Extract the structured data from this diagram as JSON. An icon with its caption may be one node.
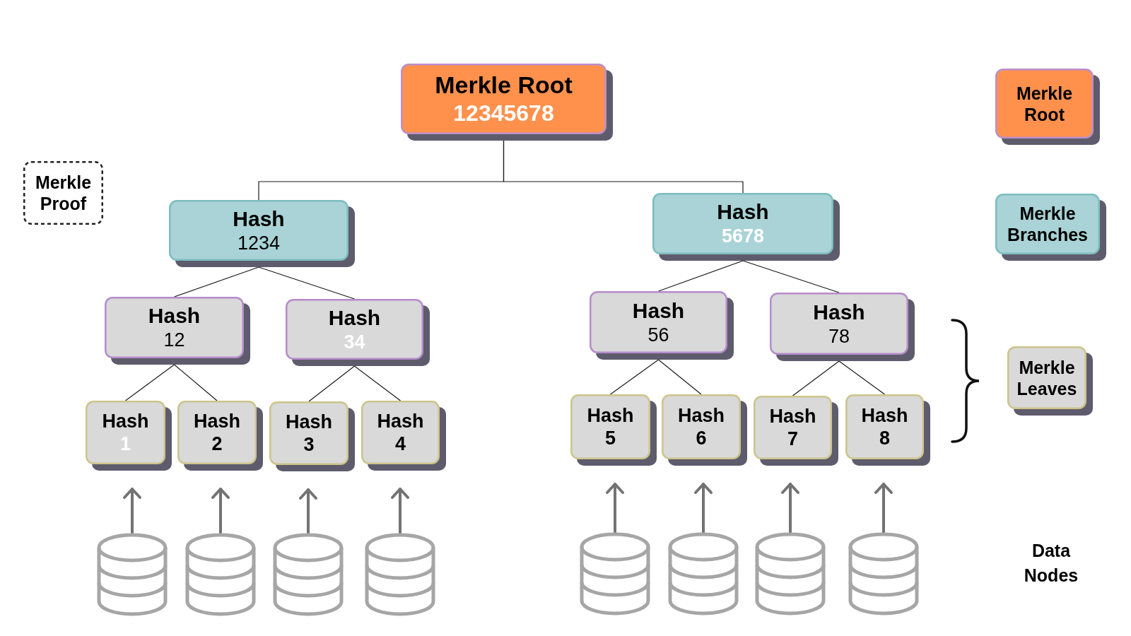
{
  "diagram": {
    "nodes": [
      {
        "text": [
          "Merkle Root",
          "12345678"
        ]
      },
      {
        "text": [
          "Hash",
          "1234"
        ]
      },
      {
        "text": [
          "Hash",
          "5678"
        ]
      },
      {
        "text": [
          "Hash",
          "12"
        ]
      },
      {
        "text": [
          "Hash",
          "34"
        ]
      },
      {
        "text": [
          "Hash",
          "56"
        ]
      },
      {
        "text": [
          "Hash",
          "78"
        ]
      },
      {
        "text": [
          "Hash",
          "1"
        ]
      },
      {
        "text": [
          "Hash",
          "2"
        ]
      },
      {
        "text": [
          "Hash",
          "3"
        ]
      },
      {
        "text": [
          "Hash",
          "4"
        ]
      },
      {
        "text": [
          "Hash",
          "5"
        ]
      },
      {
        "text": [
          "Hash",
          "6"
        ]
      },
      {
        "text": [
          "Hash",
          "7"
        ]
      },
      {
        "text": [
          "Hash",
          "8"
        ]
      },
      {
        "text": [],
        "shape": "cylinder"
      },
      {
        "text": [],
        "shape": "cylinder"
      },
      {
        "text": [],
        "shape": "cylinder"
      },
      {
        "text": [],
        "shape": "cylinder"
      },
      {
        "text": [],
        "shape": "cylinder"
      },
      {
        "text": [],
        "shape": "cylinder"
      },
      {
        "text": [],
        "shape": "cylinder"
      },
      {
        "text": [],
        "shape": "cylinder"
      },
      {
        "text": [
          "Merkle Proof"
        ]
      },
      {
        "text": [
          "Merkle Root"
        ]
      },
      {
        "text": [
          "Merkle Branches"
        ]
      },
      {
        "text": [
          "Merkle Leaves"
        ]
      }
    ],
    "edges": [
      {
        "from": 0,
        "to": 1,
        "arrow": "none"
      },
      {
        "from": 0,
        "to": 2,
        "arrow": "none"
      },
      {
        "from": 1,
        "to": 3,
        "arrow": "none"
      },
      {
        "from": 1,
        "to": 4,
        "arrow": "none"
      },
      {
        "from": 2,
        "to": 5,
        "arrow": "none"
      },
      {
        "from": 2,
        "to": 6,
        "arrow": "none"
      },
      {
        "from": 3,
        "to": 7,
        "arrow": "none"
      },
      {
        "from": 3,
        "to": 8,
        "arrow": "none"
      },
      {
        "from": 4,
        "to": 9,
        "arrow": "none"
      },
      {
        "from": 4,
        "to": 10,
        "arrow": "none"
      },
      {
        "from": 5,
        "to": 11,
        "arrow": "none"
      },
      {
        "from": 5,
        "to": 12,
        "arrow": "none"
      },
      {
        "from": 6,
        "to": 13,
        "arrow": "none"
      },
      {
        "from": 6,
        "to": 14,
        "arrow": "none"
      },
      {
        "from": 15,
        "to": 7,
        "arrow": "to",
        "style": "thick",
        "color": "#737373"
      },
      {
        "from": 16,
        "to": 8,
        "arrow": "to",
        "style": "thick",
        "color": "#737373"
      },
      {
        "from": 17,
        "to": 9,
        "arrow": "to",
        "style": "thick",
        "color": "#737373"
      },
      {
        "from": 18,
        "to": 10,
        "arrow": "to",
        "style": "thick",
        "color": "#737373"
      },
      {
        "from": 19,
        "to": 11,
        "arrow": "to",
        "style": "thick",
        "color": "#737373"
      },
      {
        "from": 20,
        "to": 12,
        "arrow": "to",
        "style": "thick",
        "color": "#737373"
      },
      {
        "from": 21,
        "to": 13,
        "arrow": "to",
        "style": "thick",
        "color": "#737373"
      },
      {
        "from": 22,
        "to": 14,
        "arrow": "to",
        "style": "thick",
        "color": "#737373"
      }
    ],
    "labels": [
      "Data Nodes"
    ]
  }
}
